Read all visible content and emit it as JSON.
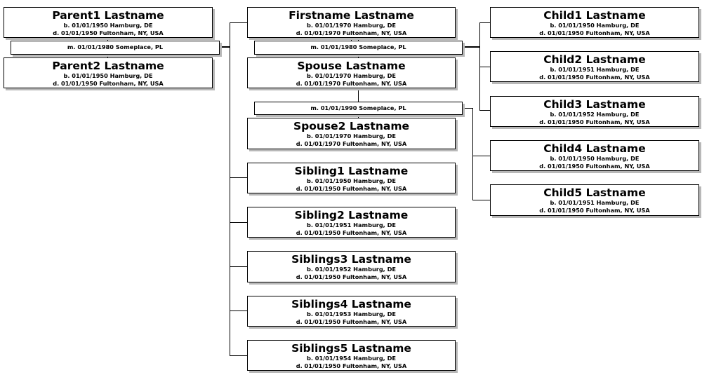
{
  "parents": [
    {
      "name": "Parent1 Lastname",
      "born": "b. 01/01/1950 Hamburg, DE",
      "died": "d. 01/01/1950 Fultonham, NY, USA"
    },
    {
      "name": "Parent2 Lastname",
      "born": "b. 01/01/1950 Hamburg, DE",
      "died": "d. 01/01/1950 Fultonham, NY, USA"
    }
  ],
  "parents_marriage": "m. 01/01/1980 Someplace, PL",
  "focus": {
    "name": "Firstname Lastname",
    "born": "b. 01/01/1970 Hamburg, DE",
    "died": "d. 01/01/1970 Fultonham, NY, USA"
  },
  "spouse_marriage": "m. 01/01/1980 Someplace, PL",
  "spouse": {
    "name": "Spouse Lastname",
    "born": "b. 01/01/1970 Hamburg, DE",
    "died": "d. 01/01/1970 Fultonham, NY, USA"
  },
  "spouse2_marriage": "m. 01/01/1990 Someplace, PL",
  "spouse2": {
    "name": "Spouse2 Lastname",
    "born": "b. 01/01/1970 Hamburg, DE",
    "died": "d. 01/01/1970 Fultonham, NY, USA"
  },
  "siblings": [
    {
      "name": "Sibling1 Lastname",
      "born": "b. 01/01/1950 Hamburg, DE",
      "died": "d. 01/01/1950 Fultonham, NY, USA"
    },
    {
      "name": "Sibling2 Lastname",
      "born": "b. 01/01/1951 Hamburg, DE",
      "died": "d. 01/01/1950 Fultonham, NY, USA"
    },
    {
      "name": "Siblings3 Lastname",
      "born": "b. 01/01/1952 Hamburg, DE",
      "died": "d. 01/01/1950 Fultonham, NY, USA"
    },
    {
      "name": "Siblings4 Lastname",
      "born": "b. 01/01/1953 Hamburg, DE",
      "died": "d. 01/01/1950 Fultonham, NY, USA"
    },
    {
      "name": "Siblings5 Lastname",
      "born": "b. 01/01/1954 Hamburg, DE",
      "died": "d. 01/01/1950 Fultonham, NY, USA"
    }
  ],
  "children": [
    {
      "name": "Child1 Lastname",
      "born": "b. 01/01/1950 Hamburg, DE",
      "died": "d. 01/01/1950 Fultonham, NY, USA"
    },
    {
      "name": "Child2 Lastname",
      "born": "b. 01/01/1951 Hamburg, DE",
      "died": "d. 01/01/1950 Fultonham, NY, USA"
    },
    {
      "name": "Child3 Lastname",
      "born": "b. 01/01/1952 Hamburg, DE",
      "died": "d. 01/01/1950 Fultonham, NY, USA"
    },
    {
      "name": "Child4 Lastname",
      "born": "b. 01/01/1950 Hamburg, DE",
      "died": "d. 01/01/1950 Fultonham, NY, USA"
    },
    {
      "name": "Child5 Lastname",
      "born": "b. 01/01/1951 Hamburg, DE",
      "died": "d. 01/01/1950 Fultonham, NY, USA"
    }
  ]
}
